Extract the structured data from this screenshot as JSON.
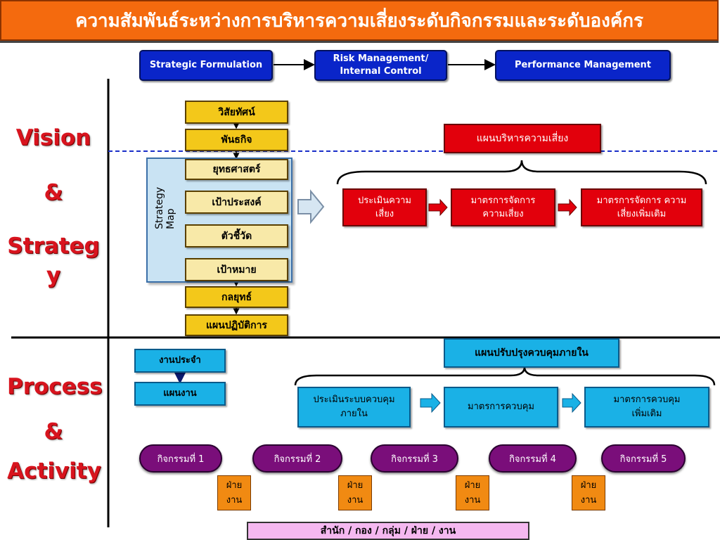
{
  "title": "ความสัมพันธ์ระหว่างการบริหารความเสี่ยงระดับกิจกรรมและระดับองค์กร",
  "top_flow": [
    "Strategic Formulation",
    "Risk Management/\nInternal Control",
    "Performance Management"
  ],
  "side_labels": {
    "vision": "Vision",
    "amp1": "&",
    "strategy_1": "Strateg",
    "strategy_2": "y",
    "process": "Process",
    "amp2": "&",
    "activity": "Activity"
  },
  "strategy_chain": [
    "วิสัยทัศน์",
    "พันธกิจ",
    "ยุทธศาสตร์",
    "เป้าประสงค์",
    "ตัวชี้วัด",
    "เป้าหมาย",
    "กลยุทธ์",
    "แผนปฏิบัติการ"
  ],
  "strategy_map_label": "Strategy Map",
  "risk_plan": {
    "title": "แผนบริหารความเสี่ยง",
    "steps": [
      "ประเมินความ\nเสี่ยง",
      "มาตรการจัดการ\nความเสี่ยง",
      "มาตรการจัดการ ความ\nเสี่ยงเพิ่มเติม"
    ]
  },
  "routine": {
    "work": "งานประจำ",
    "plan": "แผนงาน"
  },
  "internal_control_plan": {
    "title": "แผนปรับปรุงควบคุมภายใน",
    "steps": [
      "ประเมินระบบควบคุม\nภายใน",
      "มาตรการควบคุม",
      "มาตรการควบคุม\nเพิ่มเติม"
    ]
  },
  "activities": [
    "กิจกรรมที่ 1",
    "กิจกรรมที่ 2",
    "กิจกรรมที่ 3",
    "กิจกรรมที่ 4",
    "กิจกรรมที่ 5"
  ],
  "units": [
    "ฝ่าย\nงาน",
    "ฝ่าย\nงาน",
    "ฝ่าย\nงาน",
    "ฝ่าย\nงาน"
  ],
  "bottom_bar": "สำนัก / กอง / กลุ่ม / ฝ่าย  / งาน",
  "colors": {
    "title_bg": "#f46a0e",
    "navy": "#0a25c9",
    "gold": "#f3c81a",
    "risk_red": "#e2000c",
    "control_cyan": "#1ab1e6",
    "activity_purple": "#7a0e7a",
    "unit_orange": "#f18a12",
    "side_text_red": "#d8141e"
  }
}
